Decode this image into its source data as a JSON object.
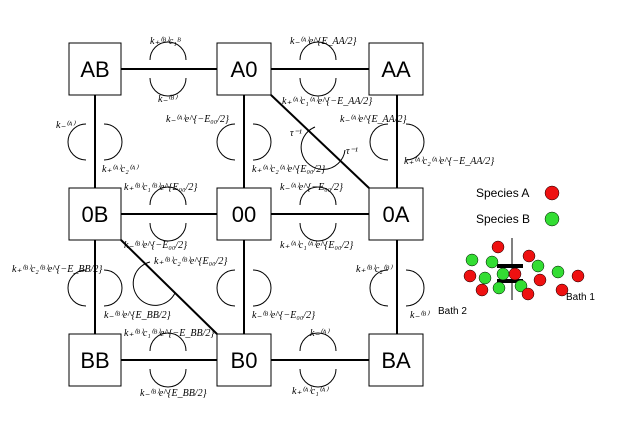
{
  "nodes": {
    "AB": "AB",
    "A0": "A0",
    "AA": "AA",
    "B0_left": "0B",
    "center": "00",
    "A0_right": "0A",
    "BB": "BB",
    "B0": "B0",
    "BA": "BA"
  },
  "rates": {
    "ab_a0_top": "k₊⁽ᴮ⁾c₁ᴮ",
    "ab_a0_bottom": "k₋⁽ᴮ⁾",
    "a0_aa_top": "k₋⁽ᴬ⁾e^{E_AA/2}",
    "a0_aa_bottom": "k₊⁽ᴬ⁾c₁⁽ᴬ⁾e^{−E_AA/2}",
    "ab_0b_left": "k₋⁽ᴬ⁾",
    "ab_0b_right": "k₊⁽ᴬ⁾c₂⁽ᴬ⁾",
    "a0_00_left": "k₋⁽ᴬ⁾e^{−E₀₀/2}",
    "a0_00_right": "k₊⁽ᴬ⁾c₂⁽ᴬ⁾e^{E₀₀/2}",
    "diag_tau_1": "τ⁻¹",
    "diag_tau_2": "τ⁻¹",
    "aa_0a_left": "k₋⁽ᴬ⁾e^{E_AA/2}",
    "aa_0a_right": "k₊⁽ᴬ⁾c₂⁽ᴬ⁾e^{−E_AA/2}",
    "0b_00_top": "k₊⁽ᴮ⁾c₁⁽ᴮ⁾e^{E₀₀/2}",
    "0b_00_bottom": "k₋⁽ᴮ⁾e^{−E₀₀/2}",
    "00_0a_top": "k₋⁽ᴬ⁾e^{−E₀₀/2}",
    "00_0a_bottom": "k₊⁽ᴬ⁾c₁⁽ᴬ⁾e^{E₀₀/2}",
    "0b_bb_left": "k₊⁽ᴮ⁾c₂⁽ᴮ⁾e^{−E_BB/2}",
    "0b_bb_right": "k₋⁽ᴮ⁾e^{E_BB/2}",
    "00_b0_left": "k₊⁽ᴮ⁾c₂⁽ᴮ⁾e^{E₀₀/2}",
    "00_b0_right": "k₋⁽ᴮ⁾e^{−E₀₀/2}",
    "0a_ba_left": "k₊⁽ᴮ⁾c₂⁽ᴮ⁾",
    "0a_ba_right": "k₋⁽ᴮ⁾",
    "bb_b0_top": "k₊⁽ᴮ⁾c₁⁽ᴮ⁾e^{−E_BB/2}",
    "bb_b0_bottom": "k₋⁽ᴮ⁾e^{E_BB/2}",
    "b0_ba_top": "k₋⁽ᴬ⁾",
    "b0_ba_bottom": "k₊⁽ᴬ⁾c₁⁽ᴬ⁾"
  },
  "legend": {
    "species_a": "Species A",
    "species_b": "Species B",
    "color_a": "#ee1111",
    "color_b": "#33dd33"
  },
  "baths": {
    "bath2": "Bath 2",
    "bath1": "Bath 1"
  }
}
